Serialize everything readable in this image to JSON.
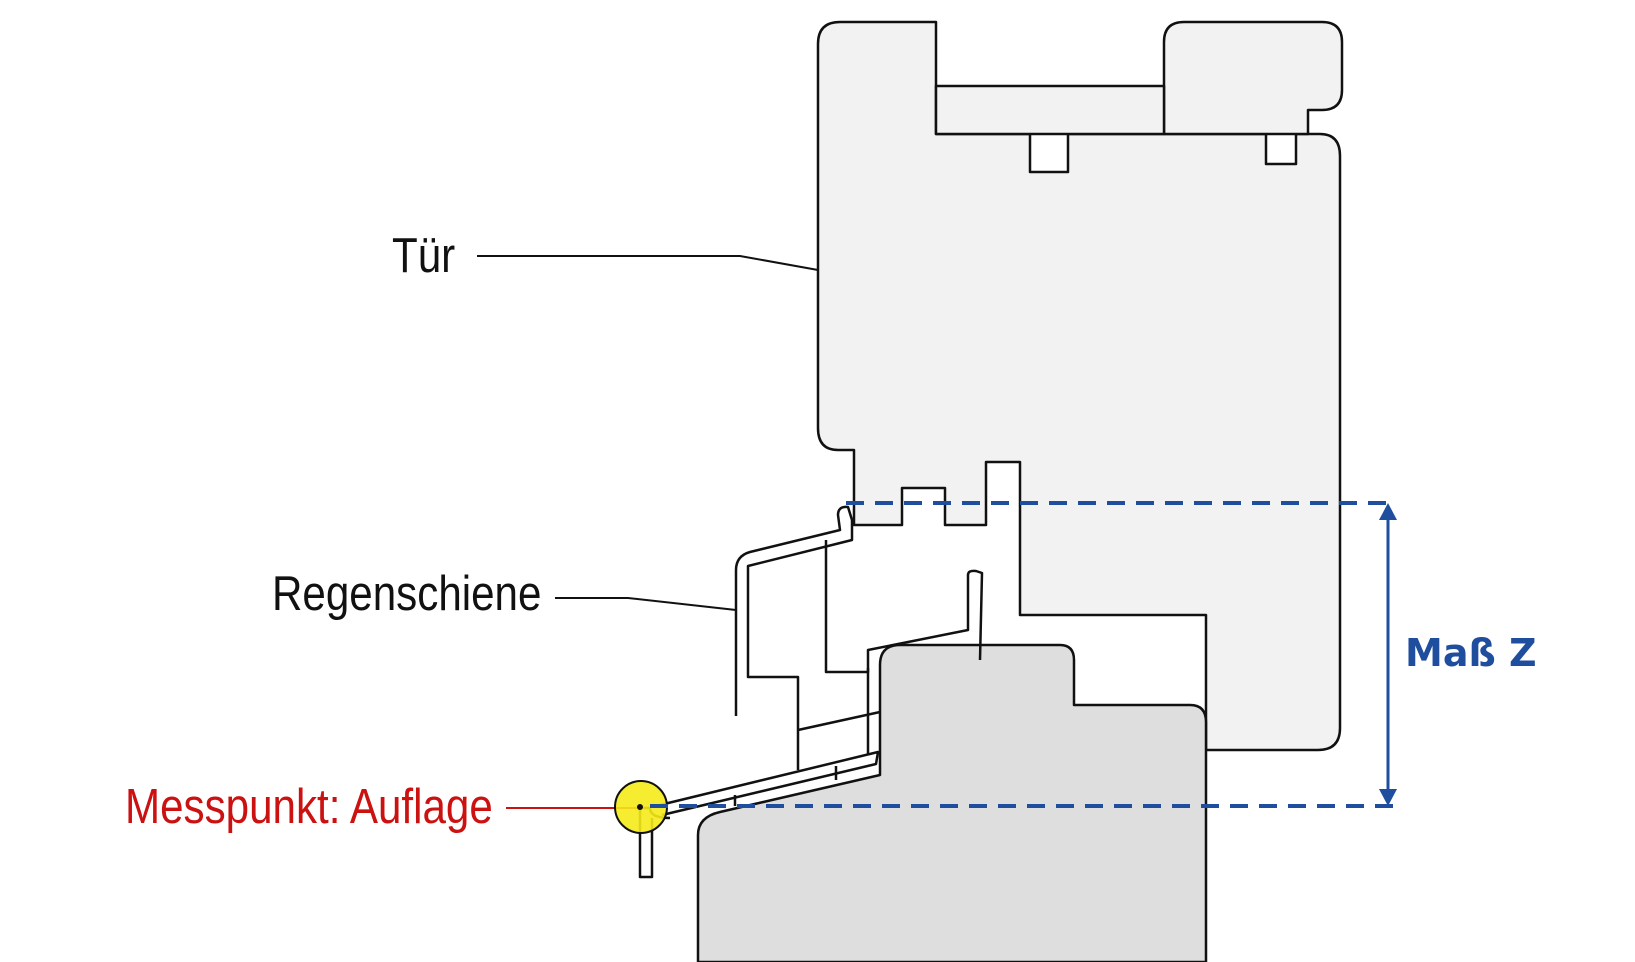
{
  "labels": {
    "tuer": "Tür",
    "regenschiene": "Regenschiene",
    "messpunkt": "Messpunkt: Auflage",
    "mass_z": "Maß Z"
  },
  "colors": {
    "outline": "#111111",
    "door_fill": "#f2f2f2",
    "sill_fill": "#dedede",
    "dimension_blue": "#1f4e9e",
    "measure_red": "#cc1111",
    "marker_yellow": "#f5ea1a"
  }
}
